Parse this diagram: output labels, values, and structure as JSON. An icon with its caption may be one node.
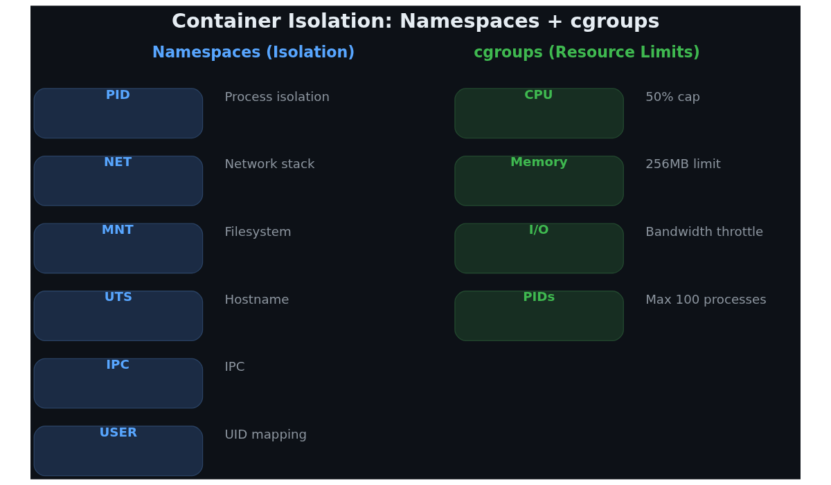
{
  "diagram": {
    "title": "Container Isolation: Namespaces + cgroups",
    "nodes": [
      {
        "text": [
          "PID"
        ],
        "beside": [
          "Process isolation"
        ]
      },
      {
        "text": [
          "NET"
        ],
        "beside": [
          "Network stack"
        ]
      },
      {
        "text": [
          "MNT"
        ],
        "beside": [
          "Filesystem"
        ]
      },
      {
        "text": [
          "UTS"
        ],
        "beside": [
          "Hostname"
        ]
      },
      {
        "text": [
          "IPC"
        ],
        "beside": [
          "IPC"
        ]
      },
      {
        "text": [
          "USER"
        ],
        "beside": [
          "UID mapping"
        ]
      },
      {
        "text": [
          "CPU"
        ],
        "beside": [
          "50% cap"
        ]
      },
      {
        "text": [
          "Memory"
        ],
        "beside": [
          "256MB limit"
        ]
      },
      {
        "text": [
          "I/O"
        ],
        "beside": [
          "Bandwidth throttle"
        ]
      },
      {
        "text": [
          "PIDs"
        ],
        "beside": [
          "Max 100 processes"
        ]
      }
    ],
    "labels": [
      "Namespaces (Isolation)",
      "cgroups (Resource Limits)"
    ]
  }
}
